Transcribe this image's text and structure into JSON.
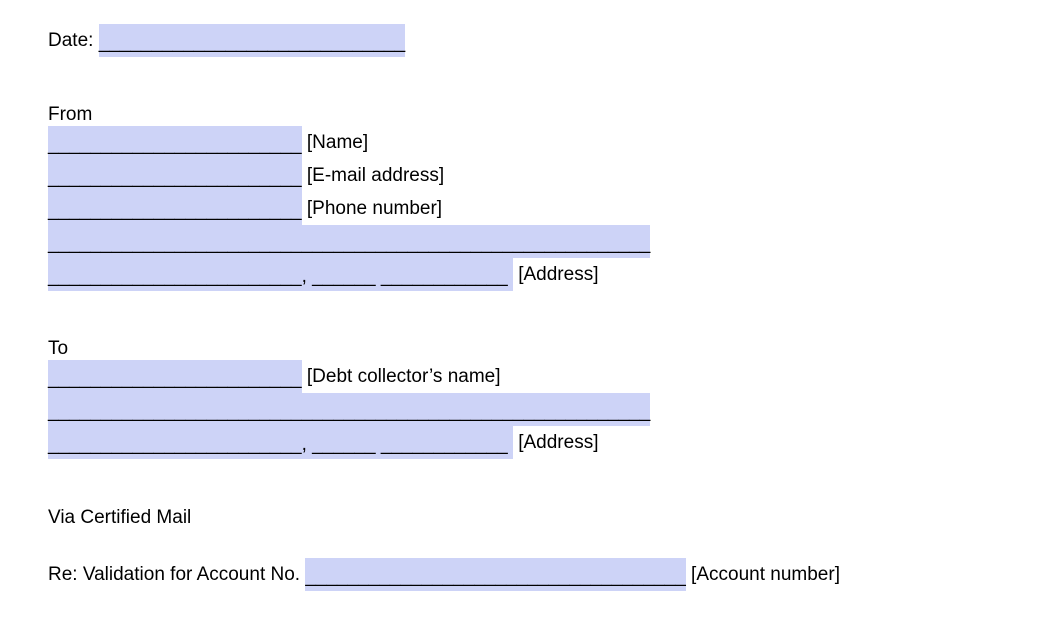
{
  "page": {
    "background": "#ffffff",
    "text_color": "#000000",
    "highlight_color": "#cdd3f7"
  },
  "date_row": {
    "label": "Date: ",
    "field": "_____________________________"
  },
  "from_section": {
    "heading": "From",
    "name_row": {
      "field": "________________________",
      "label": " [Name]"
    },
    "email_row": {
      "field": "________________________",
      "label": " [E-mail address]"
    },
    "phone_row": {
      "field": "________________________",
      "label": " [Phone number]"
    },
    "street_row": {
      "field": "_________________________________________________________"
    },
    "citystate_row": {
      "field": "________________________, ______ ____________ ",
      "label": " [Address]"
    }
  },
  "to_section": {
    "heading": "To",
    "name_row": {
      "field": "________________________",
      "label": " [Debt collector’s name]"
    },
    "street_row": {
      "field": "_________________________________________________________"
    },
    "citystate_row": {
      "field": "________________________, ______ ____________ ",
      "label": " [Address]"
    }
  },
  "via_line": "Via Certified Mail",
  "re_row": {
    "label": "Re: Validation for Account No. ",
    "field": "____________________________________",
    "suffix": " [Account number]"
  }
}
